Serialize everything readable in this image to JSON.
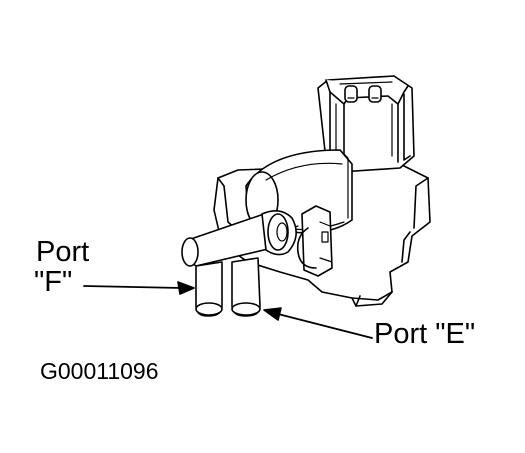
{
  "labels": {
    "port_f_line1": "Port",
    "port_f_line2": "\"F\"",
    "port_e": "Port \"E\"",
    "figure_id": "G00011096"
  },
  "colors": {
    "ink": "#000000",
    "paper": "#ffffff"
  },
  "icons": [
    "arrow-icon"
  ]
}
